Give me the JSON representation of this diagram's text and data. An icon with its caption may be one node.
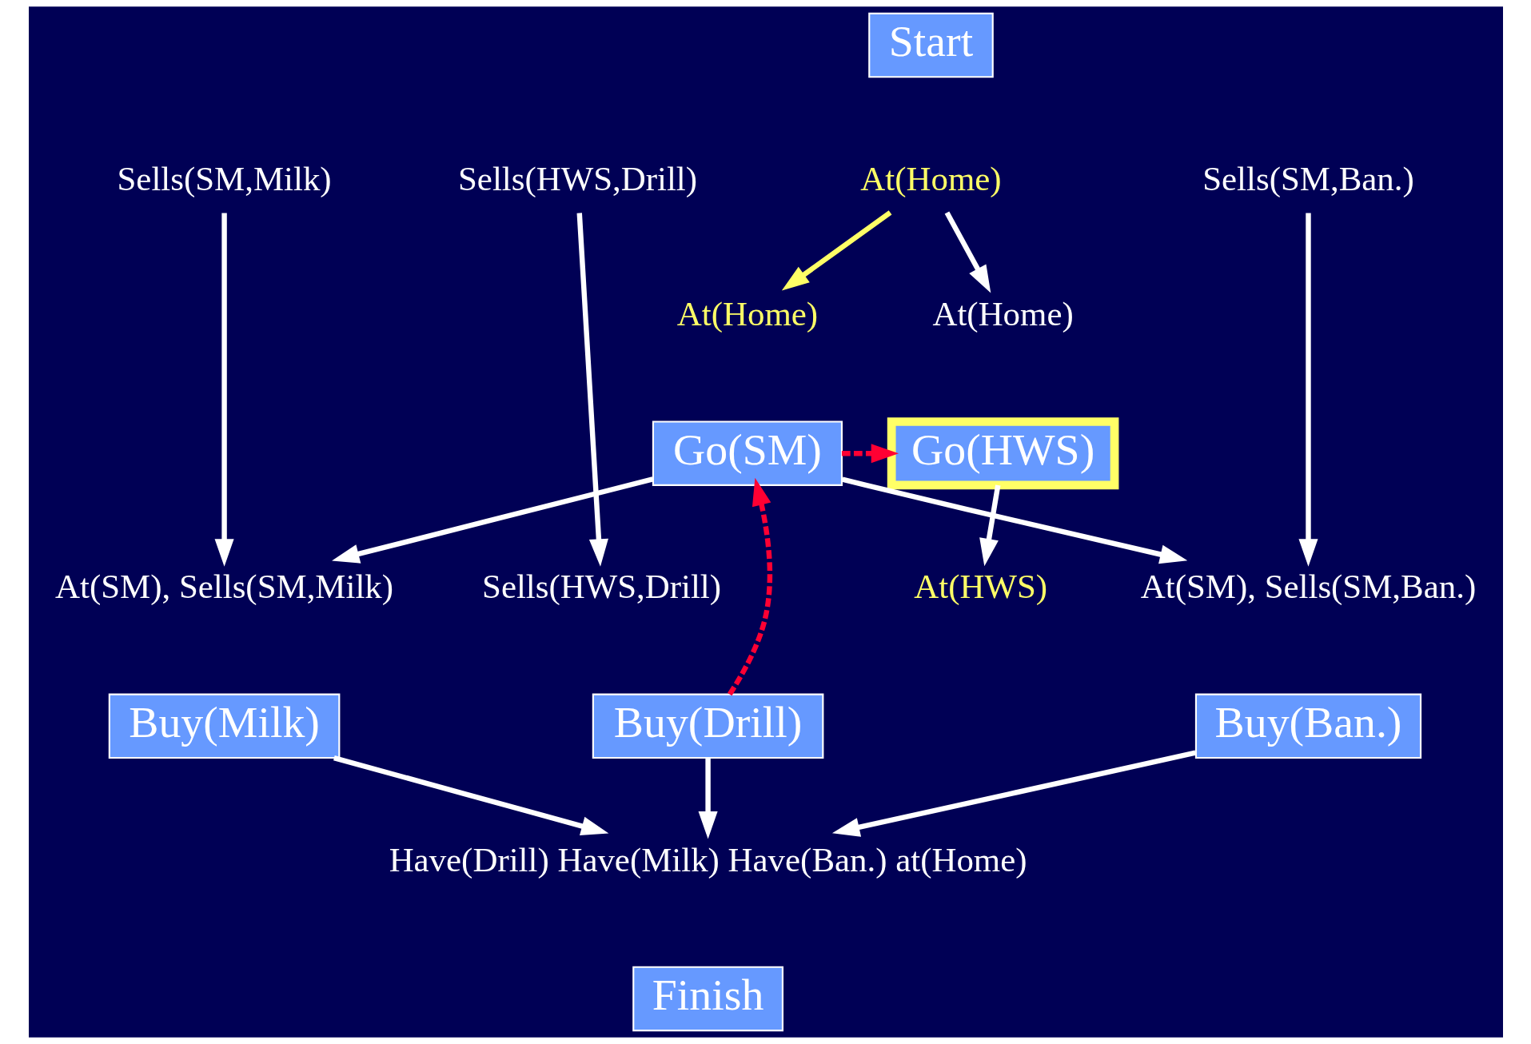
{
  "diagram": {
    "nodes": [
      {
        "text": [
          "Start"
        ]
      },
      {
        "text": [
          "At(Home)"
        ]
      },
      {
        "text": [
          "Sells(HWS,Drill)"
        ]
      },
      {
        "text": [
          "Sells(SM,Milk)"
        ]
      },
      {
        "text": [
          "Sells(SM,Ban.)"
        ]
      },
      {
        "text": [
          "At(Home)"
        ]
      },
      {
        "text": [
          "Go(SM)"
        ]
      },
      {
        "text": [
          "At(Home)"
        ]
      },
      {
        "text": [
          "Go(HWS)"
        ]
      },
      {
        "text": [
          "At(HWS)"
        ]
      },
      {
        "text": [
          "Sells(HWS,Drill)"
        ]
      },
      {
        "text": [
          "Buy(Drill)"
        ]
      },
      {
        "text": [
          "At(SM), Sells(SM,Milk)"
        ]
      },
      {
        "text": [
          "Buy(Milk)"
        ]
      },
      {
        "text": [
          "At(SM), Sells(SM,Ban.)"
        ]
      },
      {
        "text": [
          "Buy(Ban.)"
        ]
      },
      {
        "text": [
          "Have(Drill) Have(Milk) Have(Ban.) at(Home)"
        ]
      },
      {
        "text": [
          "Finish"
        ]
      }
    ],
    "edges": [
      {
        "from": 1,
        "to": 7,
        "arrow": "to"
      },
      {
        "from": 1,
        "to": 5,
        "arrow": "to",
        "color": "#ffff66"
      },
      {
        "from": 2,
        "to": 10,
        "arrow": "to"
      },
      {
        "from": 3,
        "to": 12,
        "arrow": "to"
      },
      {
        "from": 4,
        "to": 14,
        "arrow": "to"
      },
      {
        "from": 6,
        "to": 8,
        "arrow": "to",
        "style": "dashed",
        "color": "#ff0033"
      },
      {
        "from": 11,
        "to": 6,
        "arrow": "to",
        "style": "dashed",
        "color": "#ff0033"
      },
      {
        "from": 8,
        "to": 9,
        "arrow": "to"
      },
      {
        "from": 6,
        "to": 12,
        "arrow": "to"
      },
      {
        "from": 6,
        "to": 14,
        "arrow": "to"
      },
      {
        "from": 11,
        "to": 16,
        "arrow": "to"
      },
      {
        "from": 13,
        "to": 16,
        "arrow": "to"
      },
      {
        "from": 15,
        "to": 16,
        "arrow": "to"
      }
    ]
  }
}
